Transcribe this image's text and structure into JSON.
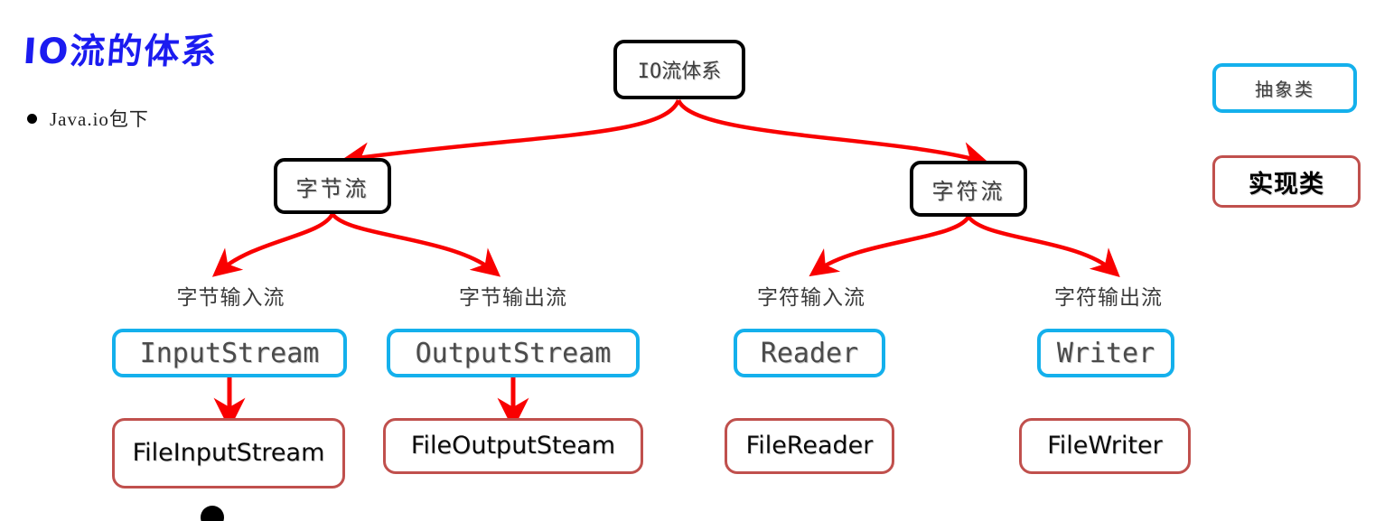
{
  "slide": {
    "title": "IO流的体系",
    "title_color": "#1b1bf0",
    "bullets": [
      {
        "text": "Java.io包下"
      }
    ]
  },
  "legend": {
    "items": [
      {
        "label": "抽象类",
        "style": "abstract",
        "color": "#14b0ec"
      },
      {
        "label": "实现类",
        "style": "impl",
        "color": "#c0504d"
      }
    ]
  },
  "diagram": {
    "arrow_color": "#f90000",
    "root": {
      "label": "IO流体系"
    },
    "branches": [
      {
        "label": "字节流"
      },
      {
        "label": "字符流"
      }
    ],
    "columns": [
      {
        "caption": "字节输入流",
        "abstract_class": "InputStream",
        "impl_class": "FileInputStream"
      },
      {
        "caption": "字节输出流",
        "abstract_class": "OutputStream",
        "impl_class": "FileOutputSteam"
      },
      {
        "caption": "字符输入流",
        "abstract_class": "Reader",
        "impl_class": "FileReader"
      },
      {
        "caption": "字符输出流",
        "abstract_class": "Writer",
        "impl_class": "FileWriter"
      }
    ]
  }
}
